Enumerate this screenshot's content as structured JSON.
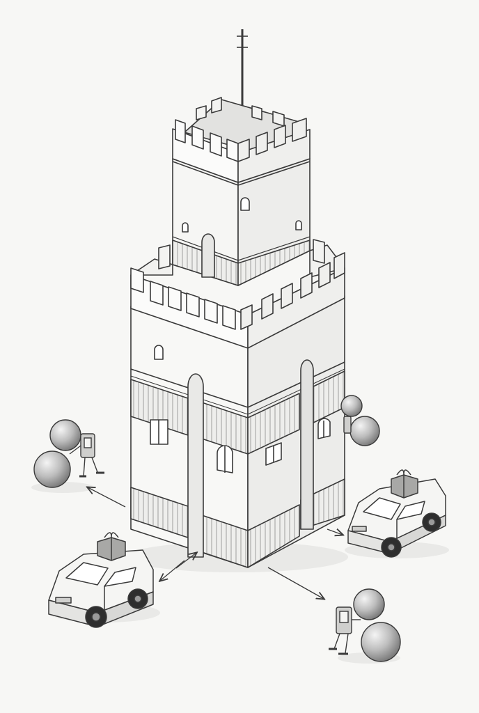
{
  "illustration": {
    "style": "pencil sketch, monochrome",
    "palette": {
      "paper": "#f7f7f5",
      "ink": "#3a3a3a",
      "stone_light": "#fafafa",
      "stone_mid": "#eeeeec",
      "stone_dark": "#dcdcda",
      "shadow": "#e4e4e2",
      "balloon": "#bdbdbd",
      "gift": "#9a9a9a"
    },
    "icons": [
      "castle-tower-icon",
      "flagpole-icon",
      "delivery-van-icon",
      "gift-box-icon",
      "balloon-icon",
      "robot-courier-icon",
      "arrow-icon"
    ],
    "elements": {
      "tower": "castle tower",
      "vans": 2,
      "courier_robots_with_balloons": 3,
      "direction_arrows": 4
    }
  }
}
